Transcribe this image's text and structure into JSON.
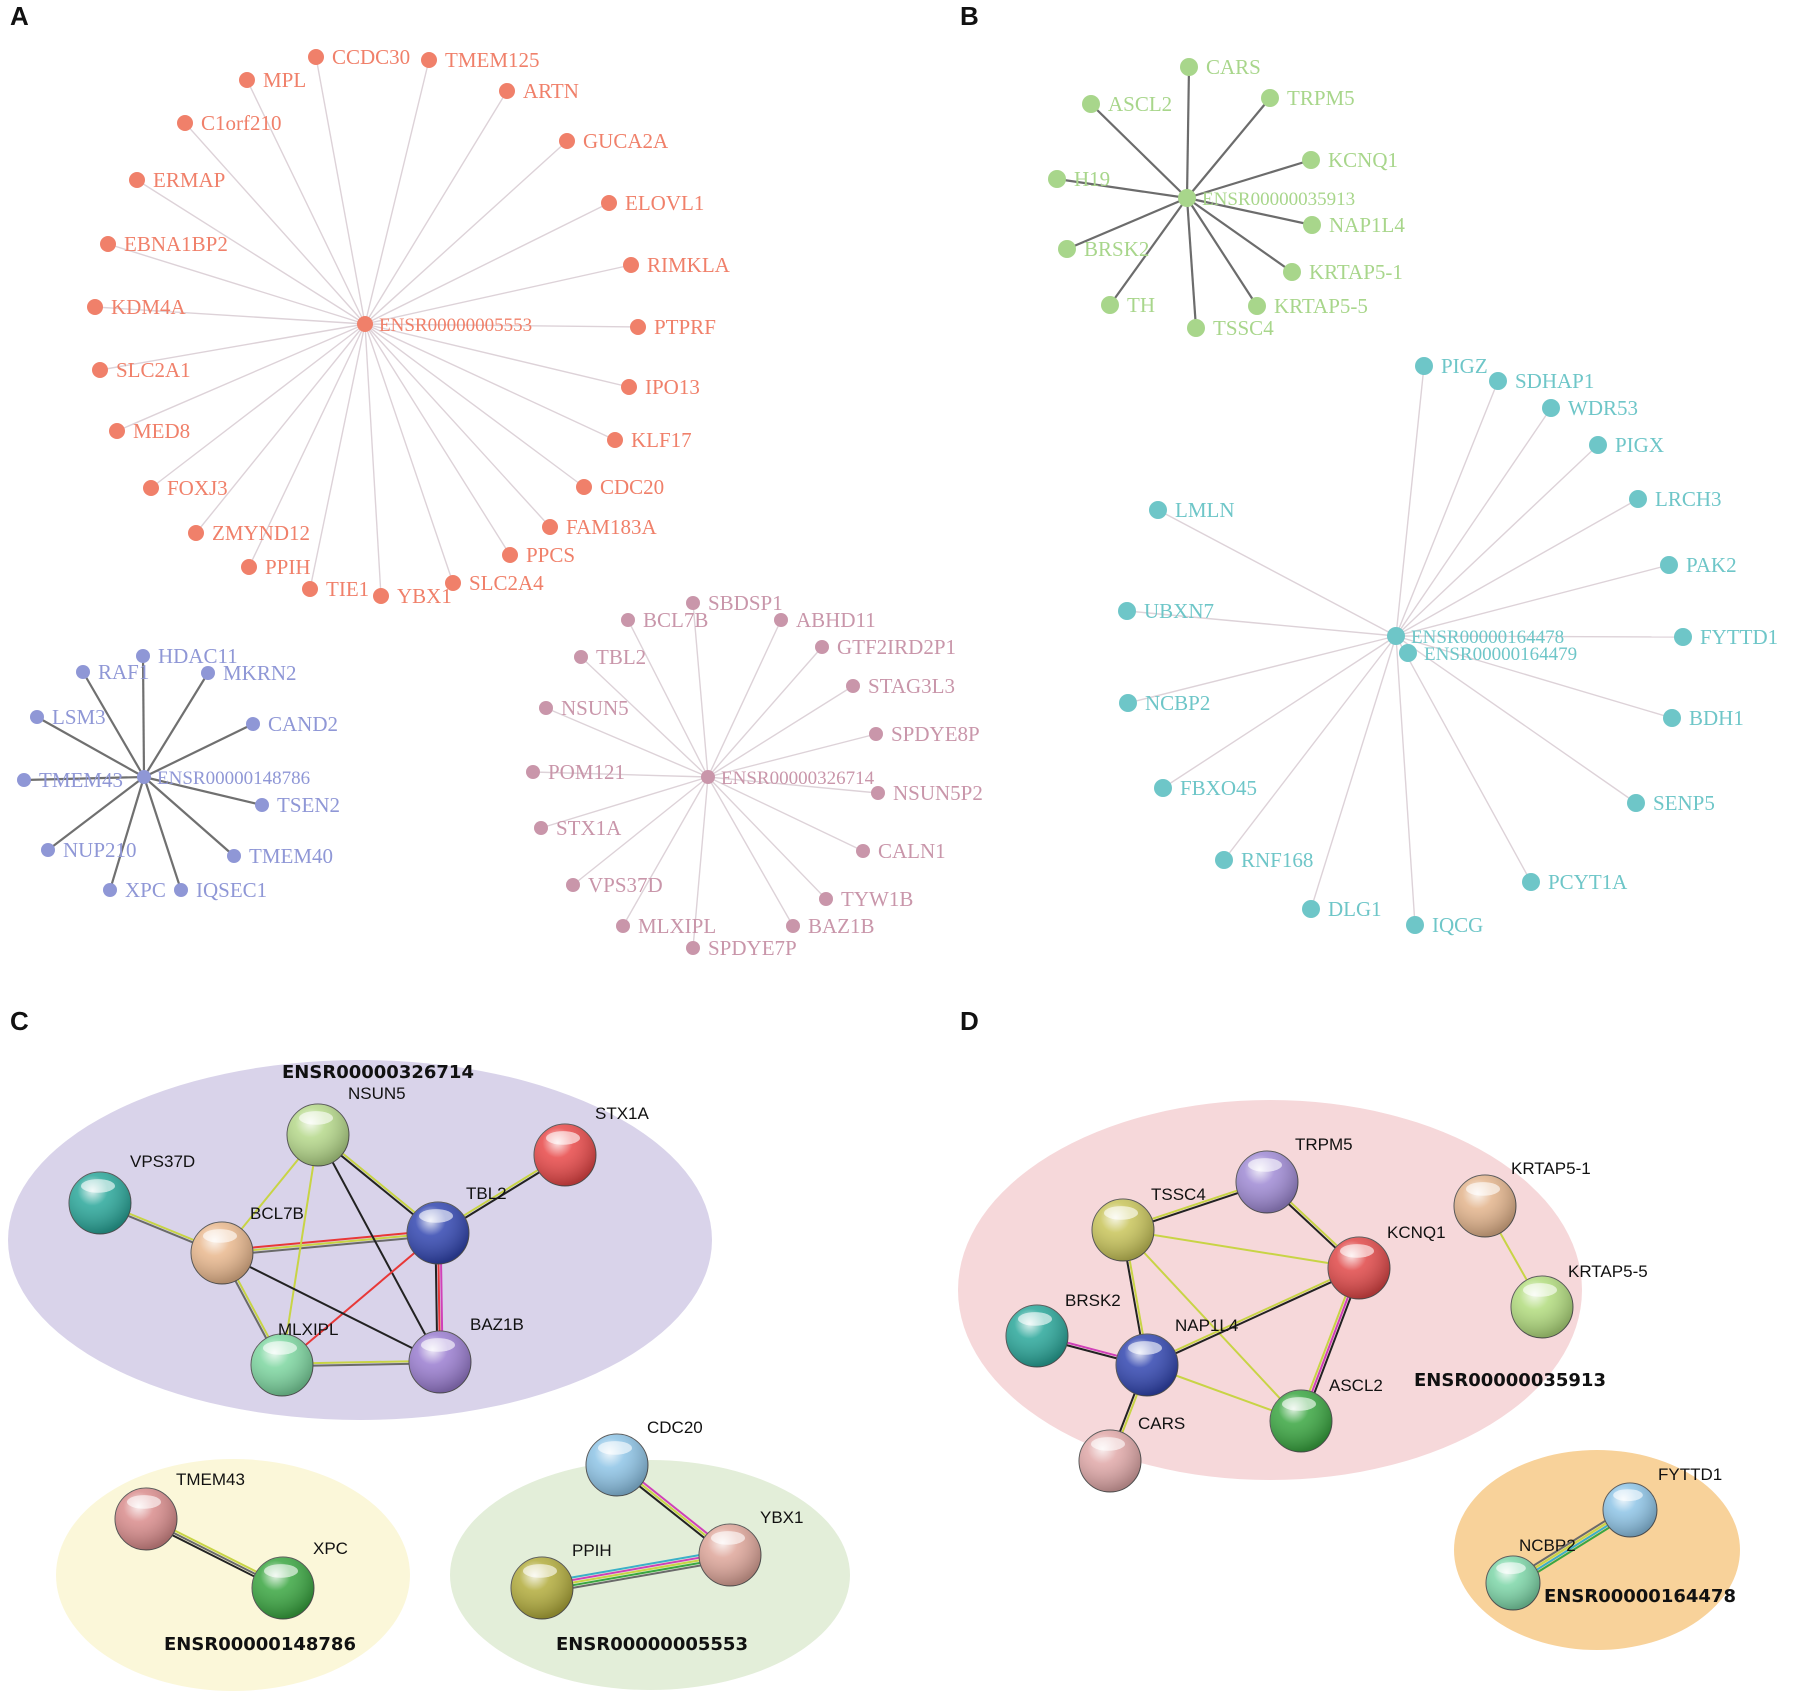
{
  "panel_letters": {
    "a": "A",
    "b": "B",
    "c": "C",
    "d": "D"
  },
  "networks": [
    {
      "id": "net-ensr5553",
      "color": "#f0806a",
      "edge_color": "#ddd2d8",
      "center": "ENSR00000005553",
      "genes": [
        "CCDC30",
        "TMEM125",
        "ARTN",
        "GUCA2A",
        "ELOVL1",
        "RIMKLA",
        "PTPRF",
        "IPO13",
        "KLF17",
        "CDC20",
        "FAM183A",
        "PPCS",
        "SLC2A4",
        "YBX1",
        "TIE1",
        "PPIH",
        "ZMYND12",
        "FOXJ3",
        "MED8",
        "SLC2A1",
        "KDM4A",
        "EBNA1BP2",
        "ERMAP",
        "C1orf210",
        "MPL"
      ]
    },
    {
      "id": "net-ensr148786",
      "color": "#8f97d6",
      "edge_color": "#707070",
      "center": "ENSR00000148786",
      "genes": [
        "HDAC11",
        "MKRN2",
        "CAND2",
        "TSEN2",
        "TMEM40",
        "IQSEC1",
        "XPC",
        "NUP210",
        "TMEM43",
        "LSM3",
        "RAF1"
      ]
    },
    {
      "id": "net-ensr326714",
      "color": "#c996aa",
      "edge_color": "#ddd2d8",
      "center": "ENSR00000326714",
      "genes": [
        "SBDSP1",
        "ABHD11",
        "GTF2IRD2P1",
        "STAG3L3",
        "SPDYE8P",
        "NSUN5P2",
        "CALN1",
        "TYW1B",
        "BAZ1B",
        "SPDYE7P",
        "MLXIPL",
        "VPS37D",
        "STX1A",
        "POM121",
        "NSUN5",
        "TBL2",
        "BCL7B"
      ]
    },
    {
      "id": "net-ensr35913",
      "color": "#a8d68b",
      "edge_color": "#6c6c6c",
      "center": "ENSR00000035913",
      "genes": [
        "CARS",
        "TRPM5",
        "KCNQ1",
        "NAP1L4",
        "KRTAP5-1",
        "KRTAP5-5",
        "TSSC4",
        "TH",
        "BRSK2",
        "H19",
        "ASCL2"
      ]
    },
    {
      "id": "net-ensr164478",
      "color": "#6ec6c8",
      "edge_color": "#ddd2d8",
      "center": "ENSR00000164478",
      "center2": "ENSR00000164479",
      "genes": [
        "PIGZ",
        "SDHAP1",
        "WDR53",
        "PIGX",
        "LRCH3",
        "PAK2",
        "FYTTD1",
        "BDH1",
        "SENP5",
        "PCYT1A",
        "IQCG",
        "DLG1",
        "RNF168",
        "FBXO45",
        "NCBP2",
        "UBXN7",
        "LMLN"
      ]
    }
  ],
  "ppi_clusters": [
    {
      "id": "c-326714",
      "title": "ENSR00000326714",
      "fill": "#d9d3ea",
      "nodes": [
        {
          "name": "NSUN5",
          "color": "#b5d88a"
        },
        {
          "name": "STX1A",
          "color": "#e84848"
        },
        {
          "name": "VPS37D",
          "color": "#2aa79a"
        },
        {
          "name": "BCL7B",
          "color": "#e9b88e"
        },
        {
          "name": "TBL2",
          "color": "#3246b0"
        },
        {
          "name": "MLXIPL",
          "color": "#7dd6a0"
        },
        {
          "name": "BAZ1B",
          "color": "#9a7dd0"
        }
      ]
    },
    {
      "id": "c-148786",
      "title": "ENSR00000148786",
      "fill": "#fbf7d9",
      "nodes": [
        {
          "name": "TMEM43",
          "color": "#d98c8c"
        },
        {
          "name": "XPC",
          "color": "#3aa641"
        }
      ]
    },
    {
      "id": "c-5553",
      "title": "ENSR00000005553",
      "fill": "#e3eed9",
      "nodes": [
        {
          "name": "CDC20",
          "color": "#8ec4e6"
        },
        {
          "name": "YBX1",
          "color": "#dea69a"
        },
        {
          "name": "PPIH",
          "color": "#b2ac3c"
        }
      ]
    },
    {
      "id": "c-35913",
      "title": "ENSR00000035913",
      "fill": "#f6d8da",
      "nodes": [
        {
          "name": "TRPM5",
          "color": "#9f8ad4"
        },
        {
          "name": "TSSC4",
          "color": "#c8c45a"
        },
        {
          "name": "KCNQ1",
          "color": "#e04848"
        },
        {
          "name": "BRSK2",
          "color": "#2aa79a"
        },
        {
          "name": "NAP1L4",
          "color": "#3246b0"
        },
        {
          "name": "ASCL2",
          "color": "#3aa641"
        },
        {
          "name": "CARS",
          "color": "#e0a8a8"
        },
        {
          "name": "KRTAP5-1",
          "color": "#e3b48c"
        },
        {
          "name": "KRTAP5-5",
          "color": "#b2dc7e"
        }
      ]
    },
    {
      "id": "c-164478",
      "title": "ENSR00000164478",
      "fill": "#f8d29a",
      "nodes": [
        {
          "name": "FYTTD1",
          "color": "#8ec4e6"
        },
        {
          "name": "NCBP2",
          "color": "#7dd6a8"
        }
      ]
    }
  ]
}
